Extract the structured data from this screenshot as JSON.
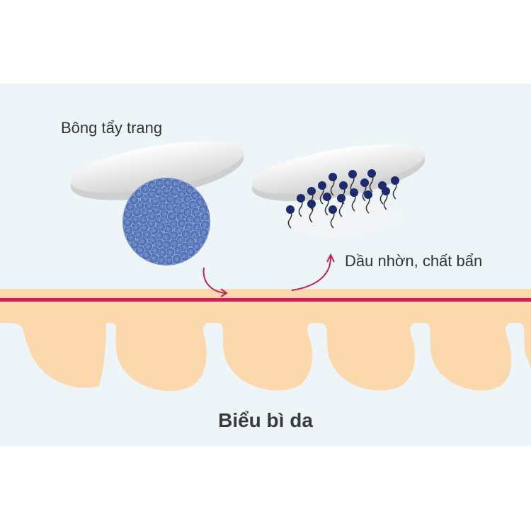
{
  "labels": {
    "cotton_pad": "Bông tẩy trang",
    "oil_dirt": "Dầu nhờn, chất bẩn",
    "epidermis": "Biểu bì da"
  },
  "colors": {
    "background_band": "#eef5f9",
    "skin": "#fcd9ad",
    "skin_line": "#d61c5a",
    "arrow": "#c41e5a",
    "micelle": "#3b5eab",
    "dirt_dark": "#1d2a6e",
    "pad": "#d8d8d8"
  }
}
